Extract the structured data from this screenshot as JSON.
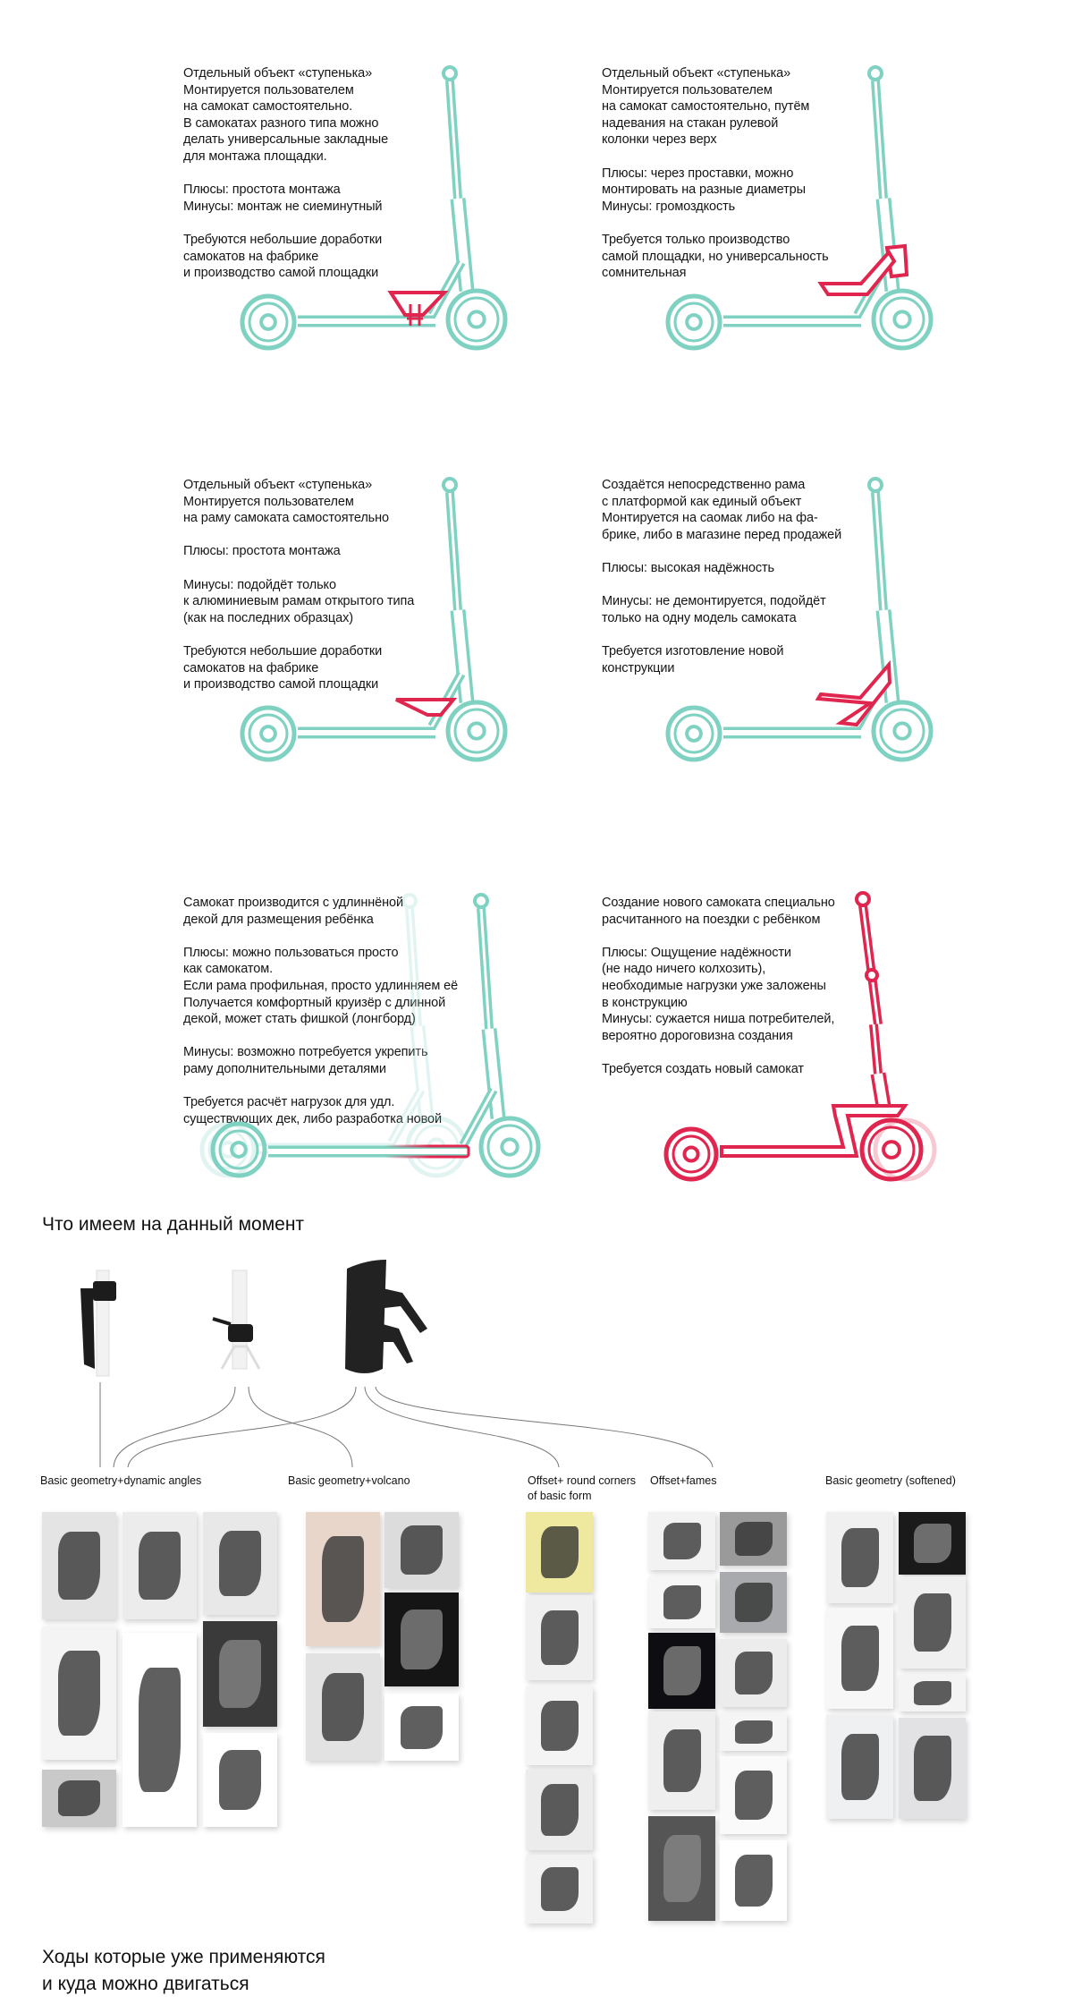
{
  "colors": {
    "teal": "#7fd2c2",
    "red": "#e0264f",
    "text": "#151515"
  },
  "concepts": [
    {
      "text": "Отдельный объект «ступенька»\nМонтируется пользователем\nна самокат самостоятельно.\nВ самокатах разного типа можно\nделать универсальные закладные\nдля монтажа площадки.\n\nПлюсы: простота монтажа\nМинусы: монтаж не сиеминутный\n\nТребуются небольшие доработки\nсамокатов на фабрике\nи производство самой площадки"
    },
    {
      "text": "Отдельный объект «ступенька»\nМонтируется пользователем\nна самокат самостоятельно, путём\nнадевания на стакан рулевой\nколонки через верх\n\nПлюсы: через проставки, можно\nмонтировать на разные диаметры\nМинусы: громоздкость\n\nТребуется только производство\nсамой площадки, но универсальность\nсомнительная"
    },
    {
      "text": "Отдельный объект «ступенька»\nМонтируется пользователем\nна раму самоката самостоятельно\n\nПлюсы: простота монтажа\n\nМинусы: подойдёт только\nк алюминиевым рамам открытого типа\n(как на последних образцах)\n\nТребуются небольшие доработки\nсамокатов на фабрике\nи производство самой площадки"
    },
    {
      "text": "Создаётся непосредственно рама\nс платформой как единый объект\nМонтируется на саомак либо на фа-\nбрике, либо в магазине перед продажей\n\nПлюсы: высокая надёжность\n\nМинусы: не демонтируется, подойдёт\nтолько на одну модель самоката\n\nТребуется изготовление новой\nконструкции"
    },
    {
      "text": "Самокат производится с удлиннёной\nдекой для размещения ребёнка\n\nПлюсы: можно пользоваться просто\nкак самокатом.\nЕсли рама профильная, просто удлинняем её\nПолучается комфортный круизёр с длинной\nдекой, может стать фишкой (лонгборд)\n\nМинусы: возможно потребуется укрепить\nраму дополнительными деталями\n\nТребуется расчёт нагрузок для удл.\nсуществующих дек, либо разработка новой"
    },
    {
      "text": "Создание нового самоката специально\nрасчитанного на поездки с ребёнком\n\nПлюсы: Ощущение надёжности\n(не надо ничего колхозить),\nнеобходимые нагрузки уже заложены\nв конструкцию\nМинусы: сужается ниша потребителей,\nвероятно дороговизна создания\n\nТребуется создать новый самокат"
    }
  ],
  "current_heading": "Что имеем на данный момент",
  "groups": [
    {
      "label": "Basic geometry+dynamic angles"
    },
    {
      "label": "Basic geometry+volcano"
    },
    {
      "label": "Offset+ round corners\nof basic form"
    },
    {
      "label": "Offset+fames"
    },
    {
      "label": "Basic geometry (softened)"
    }
  ],
  "bottom_heading": "Ходы которые уже применяются\nи куда можно двигаться"
}
